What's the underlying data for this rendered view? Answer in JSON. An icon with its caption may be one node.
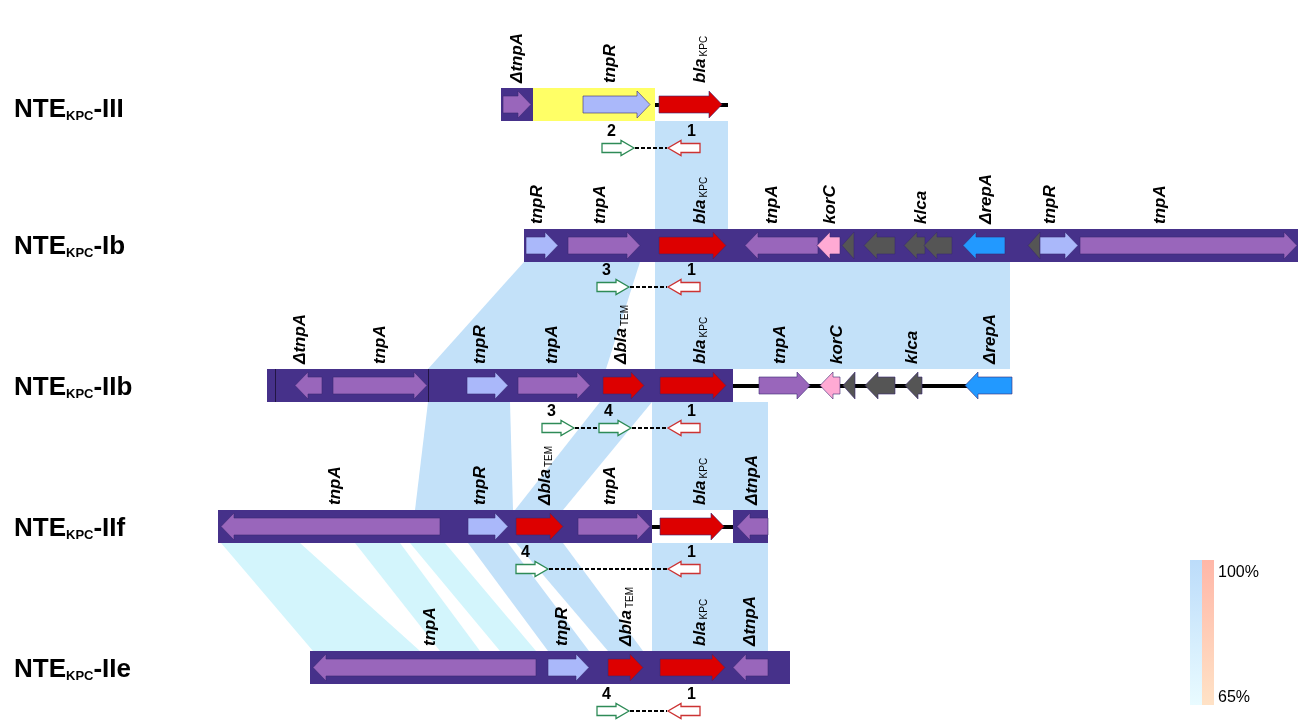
{
  "diagram": {
    "nodes": [
      {
        "text": [],
        "shape": "bar"
      },
      {
        "text": [
          "ΔtnpA"
        ],
        "in": 0
      },
      {
        "text": [
          "tnpR"
        ],
        "in": 0
      },
      {
        "text": [
          "bla$_{KPC}$"
        ],
        "in": 0
      },
      {
        "text": [
          "2"
        ]
      },
      {
        "text": [
          "1"
        ]
      },
      {
        "text": [],
        "shape": "bar"
      },
      {
        "text": [
          "tnpR"
        ],
        "in": 6
      },
      {
        "text": [
          "tnpA"
        ],
        "in": 6
      },
      {
        "text": [
          "bla$_{KPC}$"
        ],
        "in": 6
      },
      {
        "text": [
          "tnpA"
        ],
        "in": 6
      },
      {
        "text": [
          "korC"
        ],
        "in": 6
      },
      {
        "text": [],
        "shape": "arrow",
        "in": 6
      },
      {
        "text": [],
        "shape": "arrow",
        "in": 6
      },
      {
        "text": [
          "klca"
        ],
        "in": 6
      },
      {
        "text": [],
        "shape": "arrow",
        "in": 6
      },
      {
        "text": [
          "ΔrepA"
        ],
        "in": 6
      },
      {
        "text": [],
        "shape": "arrow",
        "in": 6
      },
      {
        "text": [
          "tnpR"
        ],
        "in": 6
      },
      {
        "text": [
          "tnpA"
        ],
        "in": 6
      },
      {
        "text": [
          "3"
        ]
      },
      {
        "text": [
          "1"
        ]
      },
      {
        "text": [],
        "shape": "bar"
      },
      {
        "text": [
          "ΔtnpA"
        ],
        "in": 22
      },
      {
        "text": [
          "tnpA"
        ],
        "in": 22
      },
      {
        "text": [
          "tnpR"
        ],
        "in": 22
      },
      {
        "text": [
          "tnpA"
        ],
        "in": 22
      },
      {
        "text": [
          "Δbla$_{TEM}$"
        ],
        "in": 22
      },
      {
        "text": [
          "bla$_{KPC}$"
        ],
        "in": 22
      },
      {
        "text": [
          "tnpA"
        ],
        "in": 22
      },
      {
        "text": [
          "korC"
        ],
        "in": 22
      },
      {
        "text": [],
        "shape": "arrow",
        "in": 22
      },
      {
        "text": [],
        "shape": "arrow",
        "in": 22
      },
      {
        "text": [
          "klca"
        ],
        "in": 22
      },
      {
        "text": [
          "ΔrepA"
        ],
        "in": 22
      },
      {
        "text": [
          "3"
        ]
      },
      {
        "text": [
          "4"
        ]
      },
      {
        "text": [
          "1"
        ]
      },
      {
        "text": [],
        "shape": "bar"
      },
      {
        "text": [
          "tnpA"
        ],
        "in": 38
      },
      {
        "text": [
          "tnpR"
        ],
        "in": 38
      },
      {
        "text": [
          "Δbla$_{TEM}$"
        ],
        "in": 38
      },
      {
        "text": [
          "tnpA"
        ],
        "in": 38
      },
      {
        "text": [
          "bla$_{KPC}$"
        ],
        "in": 38
      },
      {
        "text": [
          "ΔtnpA"
        ],
        "in": 38
      },
      {
        "text": [
          "4"
        ]
      },
      {
        "text": [
          "1"
        ]
      },
      {
        "text": [],
        "shape": "bar"
      },
      {
        "text": [
          "tnpA"
        ],
        "in": 47
      },
      {
        "text": [
          "tnpR"
        ],
        "in": 47
      },
      {
        "text": [
          "Δbla$_{TEM}$"
        ],
        "in": 47
      },
      {
        "text": [
          "bla$_{KPC}$"
        ],
        "in": 47
      },
      {
        "text": [
          "ΔtnpA"
        ],
        "in": 47
      },
      {
        "text": [
          "4"
        ]
      },
      {
        "text": [
          "1"
        ]
      }
    ],
    "edges": [
      {
        "from": 4,
        "to": 5,
        "arrow": "none",
        "style": "dashed"
      },
      {
        "from": 20,
        "to": 21,
        "arrow": "none",
        "style": "dashed"
      },
      {
        "from": 35,
        "to": 36,
        "arrow": "none",
        "style": "dashed"
      },
      {
        "from": 36,
        "to": 37,
        "arrow": "none",
        "style": "dashed"
      },
      {
        "from": 45,
        "to": 46,
        "arrow": "none",
        "style": "dashed"
      },
      {
        "from": 53,
        "to": 54,
        "arrow": "none",
        "style": "dashed"
      }
    ],
    "labels": [
      "NTE$_{KPC}$-III",
      "NTE$_{KPC}$-Ib",
      "NTE$_{KPC}$-IIb",
      "NTE$_{KPC}$-IIf",
      "100%",
      "NTE$_{KPC}$-IIe",
      "65%"
    ]
  }
}
